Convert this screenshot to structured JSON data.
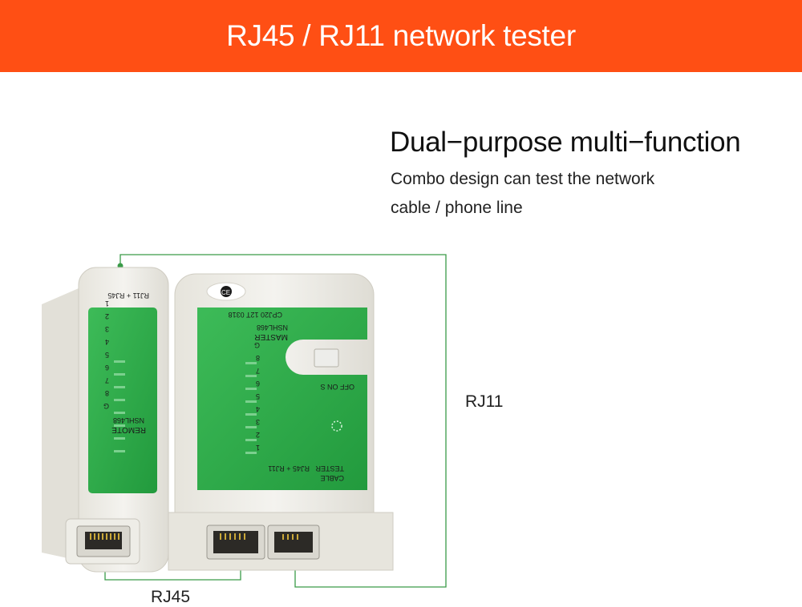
{
  "banner": {
    "title": "RJ45 / RJ11 network tester"
  },
  "headline": "Dual−purpose multi−function",
  "subline": [
    "Combo design can test the network",
    "cable / phone line"
  ],
  "callouts": {
    "rj11": "RJ11",
    "rj45": "RJ45"
  },
  "remote_unit": {
    "label_name": "REMOTE",
    "label_model": "NSHL468",
    "pins": [
      "G",
      "8",
      "7",
      "6",
      "5",
      "4",
      "3",
      "2",
      "1"
    ],
    "port_label": "RJ11 + RJ45"
  },
  "master_unit": {
    "cert": "CE",
    "code": "CPJ20 12T 0318",
    "label_name": "MASTER",
    "label_model": "NSHL468",
    "pins": [
      "G",
      "8",
      "7",
      "6",
      "5",
      "4",
      "3",
      "2",
      "1"
    ],
    "switch_label": "OFF ON S",
    "port_label": "RJ45 + RJ11",
    "footer": [
      "CABLE",
      "TESTER"
    ]
  },
  "colors": {
    "banner": "#ff4f14",
    "panel_green": "#2fae4a",
    "callout_line": "#3a9b48"
  }
}
